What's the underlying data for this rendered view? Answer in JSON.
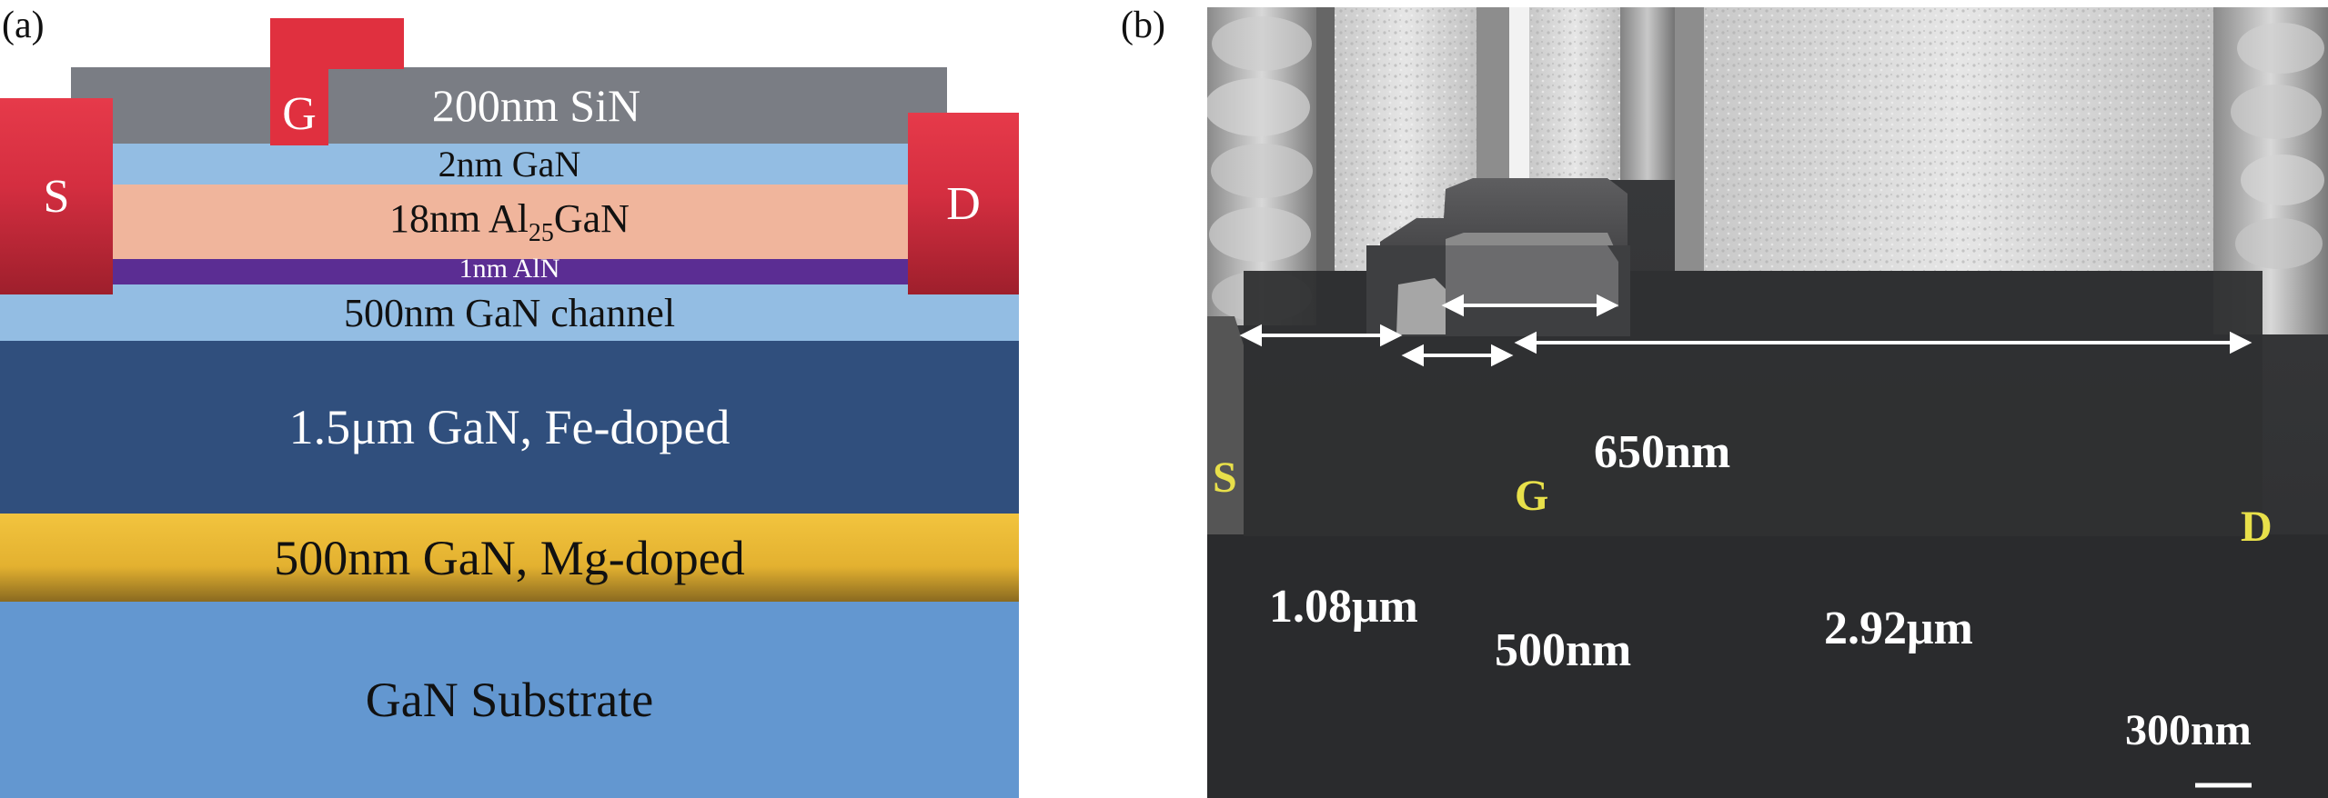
{
  "panel_a": {
    "label": "(a)",
    "layers": {
      "sin": "200nm SiN",
      "gan_cap": "2nm GaN",
      "algan_prefix": "18nm Al",
      "algan_sub": "25",
      "algan_suffix": "GaN",
      "aln": "1nm AlN",
      "gan_channel": "500nm GaN channel",
      "gan_fe": "1.5μm GaN, Fe-doped",
      "gan_mg": "500nm GaN, Mg-doped",
      "substrate": "GaN Substrate"
    },
    "contacts": {
      "source": "S",
      "gate": "G",
      "drain": "D"
    },
    "colors": {
      "sin": "#7a7d84",
      "gan_cap": "#93bde3",
      "algan": "#f0b59c",
      "aln": "#5b2d93",
      "gan_channel": "#93bde3",
      "gan_fe": "#304f7d",
      "gan_mg": "#e6b632",
      "substrate": "#6397d0",
      "contact": "#e0303f"
    }
  },
  "panel_b": {
    "label": "(b)",
    "labels": {
      "source": "S",
      "gate": "G",
      "drain": "D",
      "gate_top_width": "650nm",
      "source_gate_spacing": "1.08μm",
      "gate_foot_width": "500nm",
      "gate_drain_spacing": "2.92μm",
      "scale_bar": "300nm"
    }
  }
}
